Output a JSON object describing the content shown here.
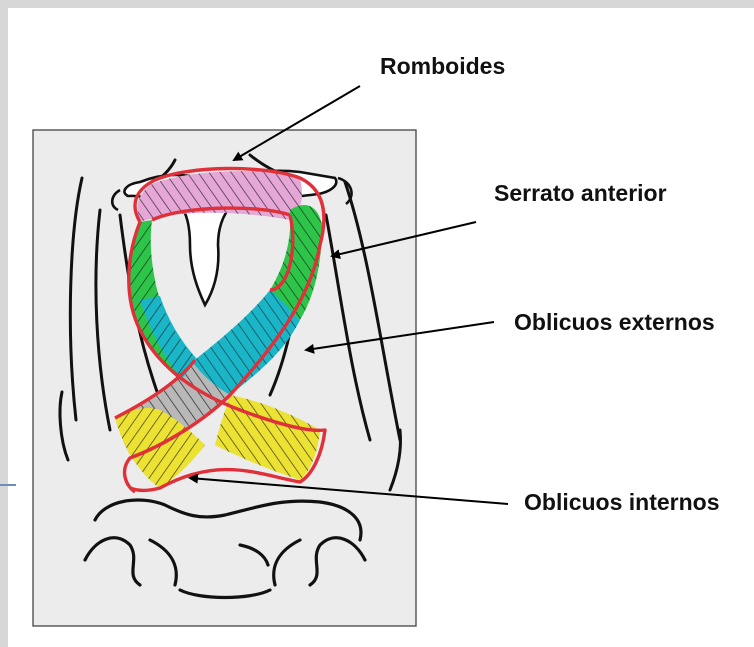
{
  "labels": {
    "romboides": "Romboides",
    "serrato_anterior": "Serrato anterior",
    "oblicuos_externos": "Oblicuos externos",
    "oblicuos_internos": "Oblicuos internos"
  },
  "colors": {
    "outline": "#e0303a",
    "pink": "#e5a7d6",
    "green": "#2ec44a",
    "cyan": "#1ab6c8",
    "yellow": "#ece234",
    "grey": "#b8b8b8",
    "panel": "#eeeeee"
  }
}
